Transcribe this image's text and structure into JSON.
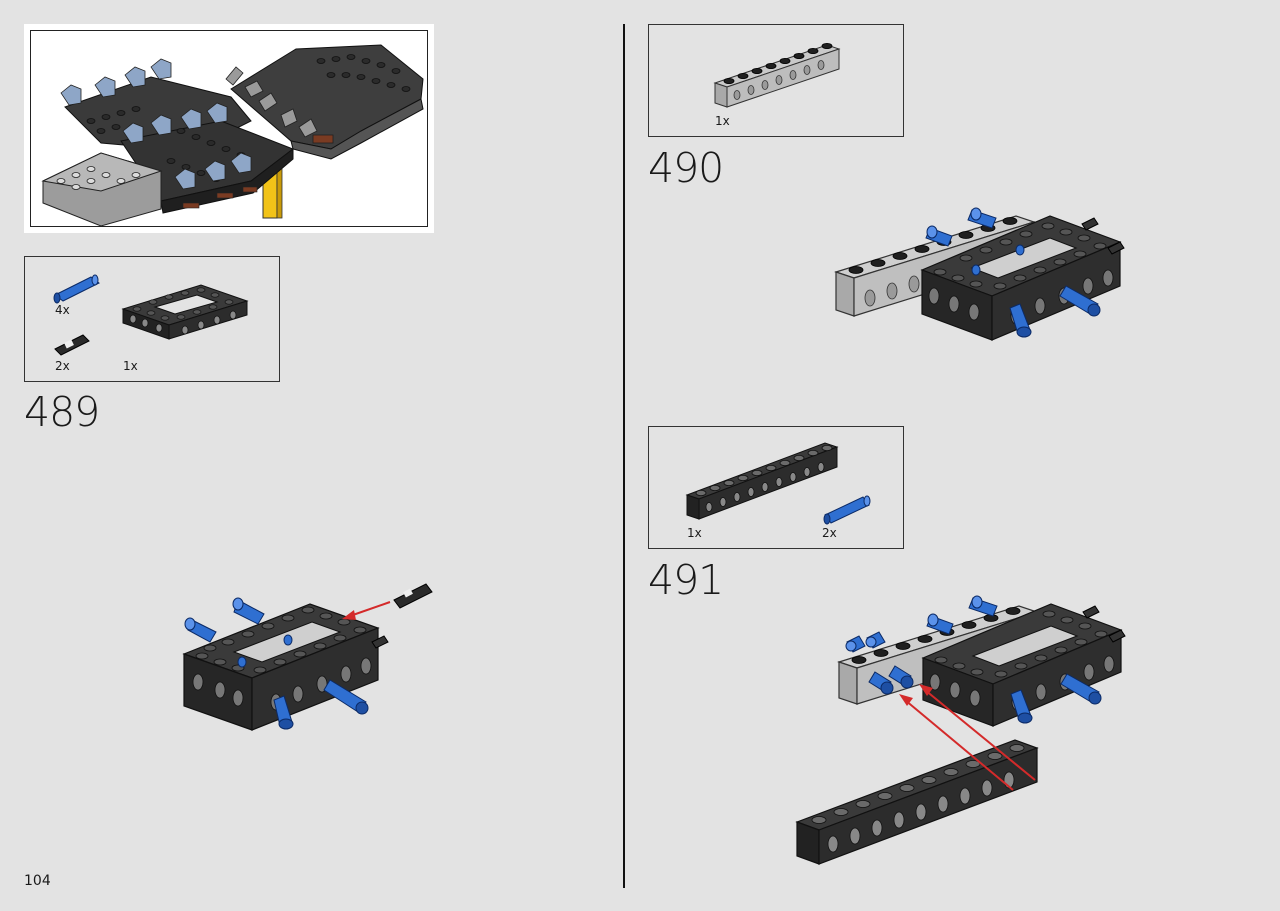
{
  "page": {
    "number": "104"
  },
  "colors": {
    "background": "#e3e3e3",
    "dark_brick": "#2a2a2a",
    "light_grey_brick": "#b8b8b8",
    "blue_pin": "#2f6fd1",
    "arrow": "#d42a2a"
  },
  "subassembly": {
    "icon": "dark-spaceship-hull-model"
  },
  "steps": [
    {
      "number": "489",
      "parts": [
        {
          "name": "blue-axle-pin",
          "qty": "4x"
        },
        {
          "name": "black-pin-connector",
          "qty": "2x"
        },
        {
          "name": "open-frame-brick",
          "qty": "1x"
        }
      ]
    },
    {
      "number": "490",
      "parts": [
        {
          "name": "light-grey-technic-brick-1x8",
          "qty": "1x"
        }
      ]
    },
    {
      "number": "491",
      "parts": [
        {
          "name": "black-technic-brick-1x10",
          "qty": "1x"
        },
        {
          "name": "blue-axle-pin",
          "qty": "2x"
        }
      ]
    }
  ]
}
